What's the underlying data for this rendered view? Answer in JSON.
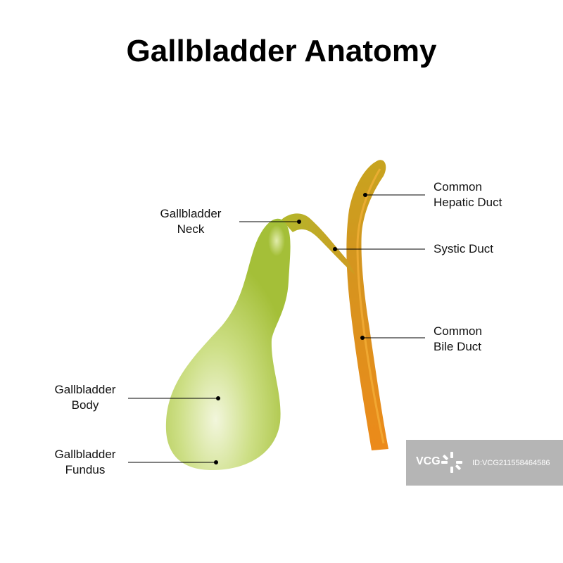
{
  "title": "Gallbladder Anatomy",
  "labels": {
    "neck": [
      "Gallbladder",
      "Neck"
    ],
    "body": [
      "Gallbladder",
      "Body"
    ],
    "fundus": [
      "Gallbladder",
      "Fundus"
    ],
    "common_hepatic_duct": [
      "Common",
      "Hepatic Duct"
    ],
    "systic_duct": [
      "Systic Duct"
    ],
    "common_bile_duct": [
      "Common",
      "Bile Duct"
    ]
  },
  "watermark": {
    "logo": "VCG",
    "id": "ID:VCG211558464586"
  },
  "colors": {
    "gallbladder": "#a7c23c",
    "duct_upper": "#c9a21e",
    "duct_lower": "#e9881c",
    "leader_line": "#000000"
  }
}
